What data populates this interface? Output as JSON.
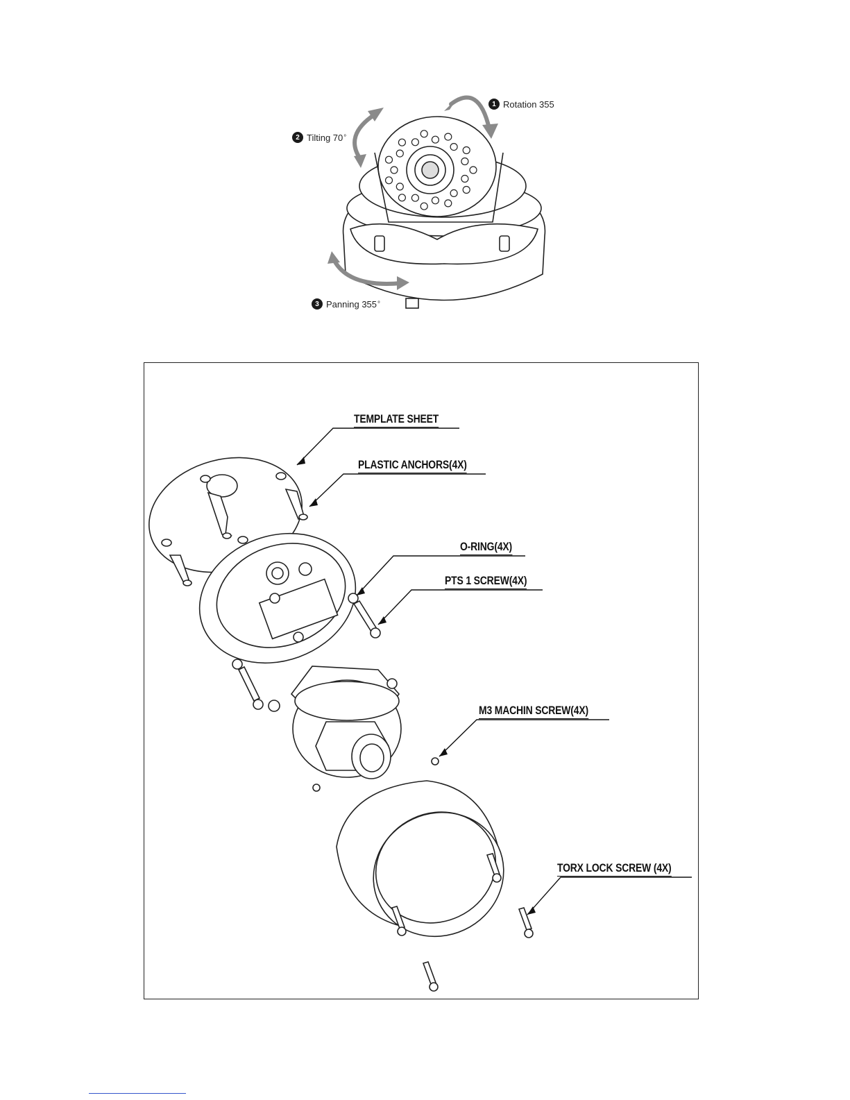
{
  "motion_diagram": {
    "rotation": {
      "number": "1",
      "text": "Rotation 355"
    },
    "tilting": {
      "number": "2",
      "text": "Tilting 70",
      "unit": "°"
    },
    "panning": {
      "number": "3",
      "text": "Panning 355",
      "unit": "°"
    },
    "arrow_color": "#8a8a8a"
  },
  "exploded_view": {
    "callouts": {
      "template_sheet": "TEMPLATE SHEET",
      "plastic_anchors": "PLASTIC ANCHORS(4X)",
      "o_ring": "O-RING(4X)",
      "pts_screw": "PTS 1 SCREW(4X)",
      "m3_screw": "M3 MACHIN SCREW(4X)",
      "torx_screw": "TORX LOCK SCREW (4X)"
    }
  }
}
